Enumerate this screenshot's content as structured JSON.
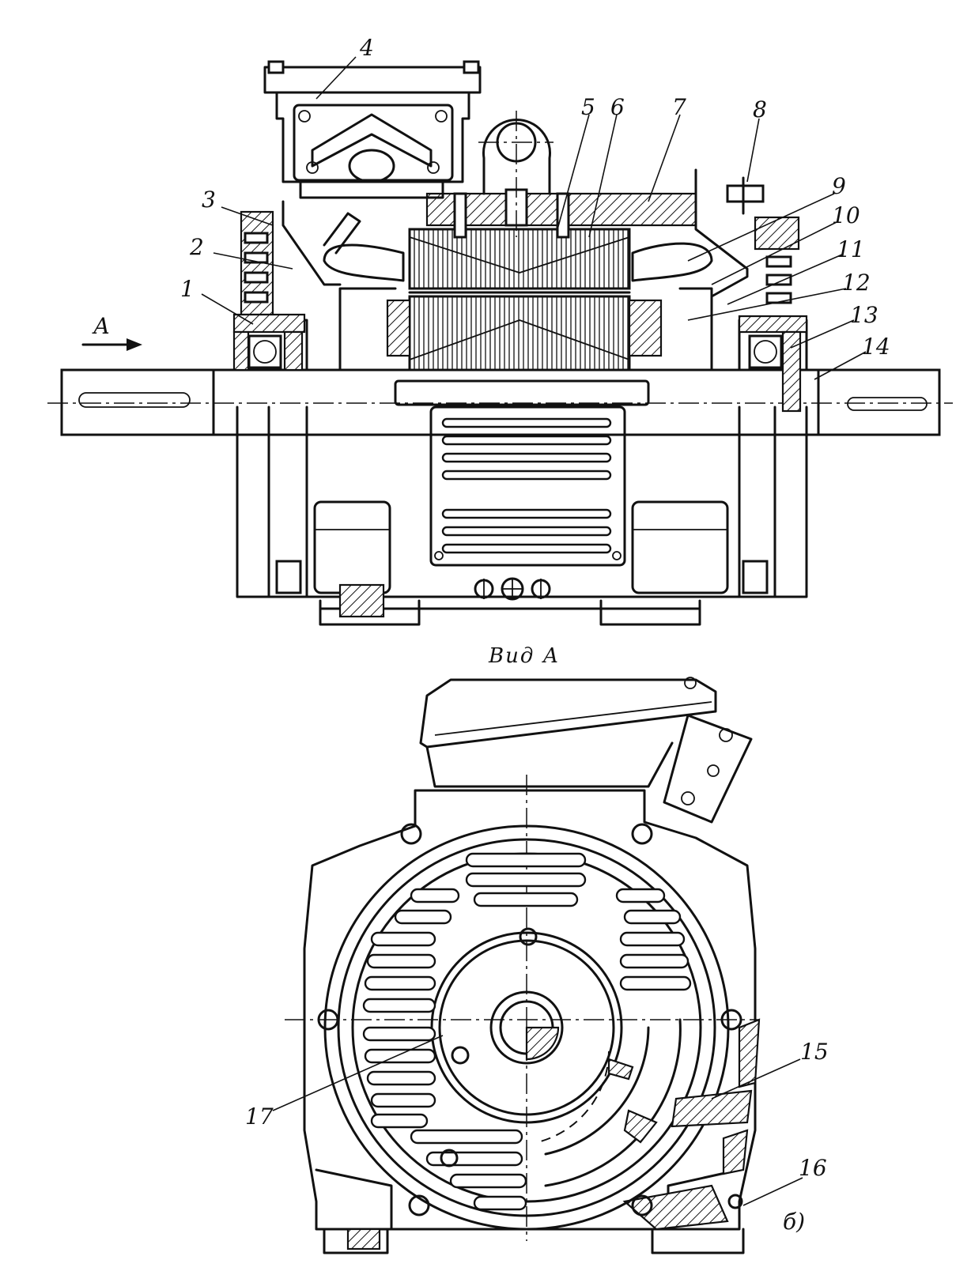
{
  "labels": {
    "n1": "1",
    "n2": "2",
    "n3": "3",
    "n4": "4",
    "n5": "5",
    "n6": "6",
    "n7": "7",
    "n8": "8",
    "n9": "9",
    "n10": "10",
    "n11": "11",
    "n12": "12",
    "n13": "13",
    "n14": "14",
    "n15": "15",
    "n16": "16",
    "n17": "17"
  },
  "view_arrow": "А",
  "view_caption": "Вид А",
  "figure_tag": "б)"
}
